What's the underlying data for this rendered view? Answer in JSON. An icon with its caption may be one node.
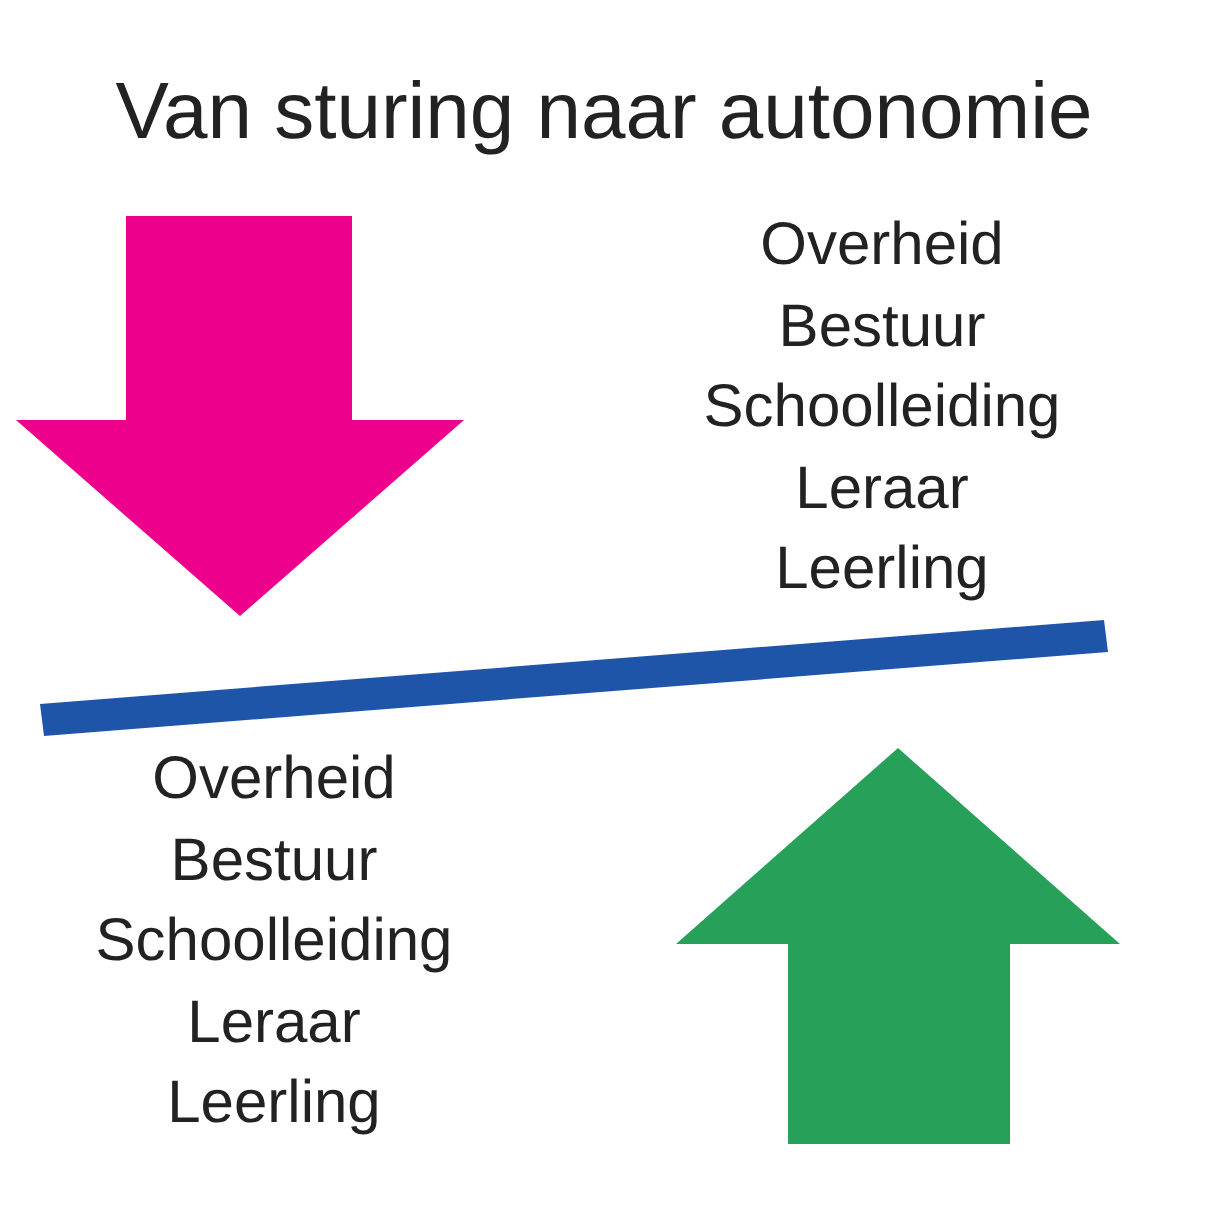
{
  "diagram": {
    "title": "Van sturing naar autonomie",
    "nodes": [
      {
        "text": [],
        "shape": "bar"
      }
    ],
    "labels": [
      "Overheid",
      "Bestuur",
      "Schoolleiding",
      "Leraar",
      "Leerling",
      "Overheid",
      "Bestuur",
      "Schoolleiding",
      "Leraar",
      "Leerling"
    ]
  }
}
